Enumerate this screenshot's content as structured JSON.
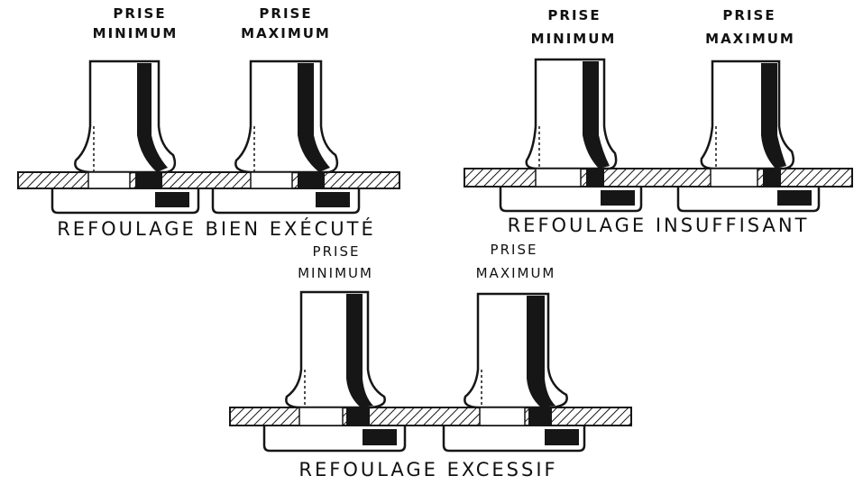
{
  "colors": {
    "ink": "#161616",
    "paper": "#ffffff"
  },
  "groups": [
    {
      "id": "bien",
      "caption": "REFOULAGE BIEN EXÉCUTÉ",
      "rivets": [
        {
          "label_line1": "PRISE",
          "label_line2": "MINIMUM"
        },
        {
          "label_line1": "PRISE",
          "label_line2": "MAXIMUM"
        }
      ]
    },
    {
      "id": "insuffisant",
      "caption": "REFOULAGE INSUFFISANT",
      "rivets": [
        {
          "label_line1": "PRISE",
          "label_line2": "MINIMUM"
        },
        {
          "label_line1": "PRISE",
          "label_line2": "MAXIMUM"
        }
      ]
    },
    {
      "id": "excessif",
      "caption": "REFOULAGE EXCESSIF",
      "rivets": [
        {
          "label_line1": "PRISE",
          "label_line2": "MINIMUM"
        },
        {
          "label_line1": "PRISE",
          "label_line2": "MAXIMUM"
        }
      ]
    }
  ]
}
